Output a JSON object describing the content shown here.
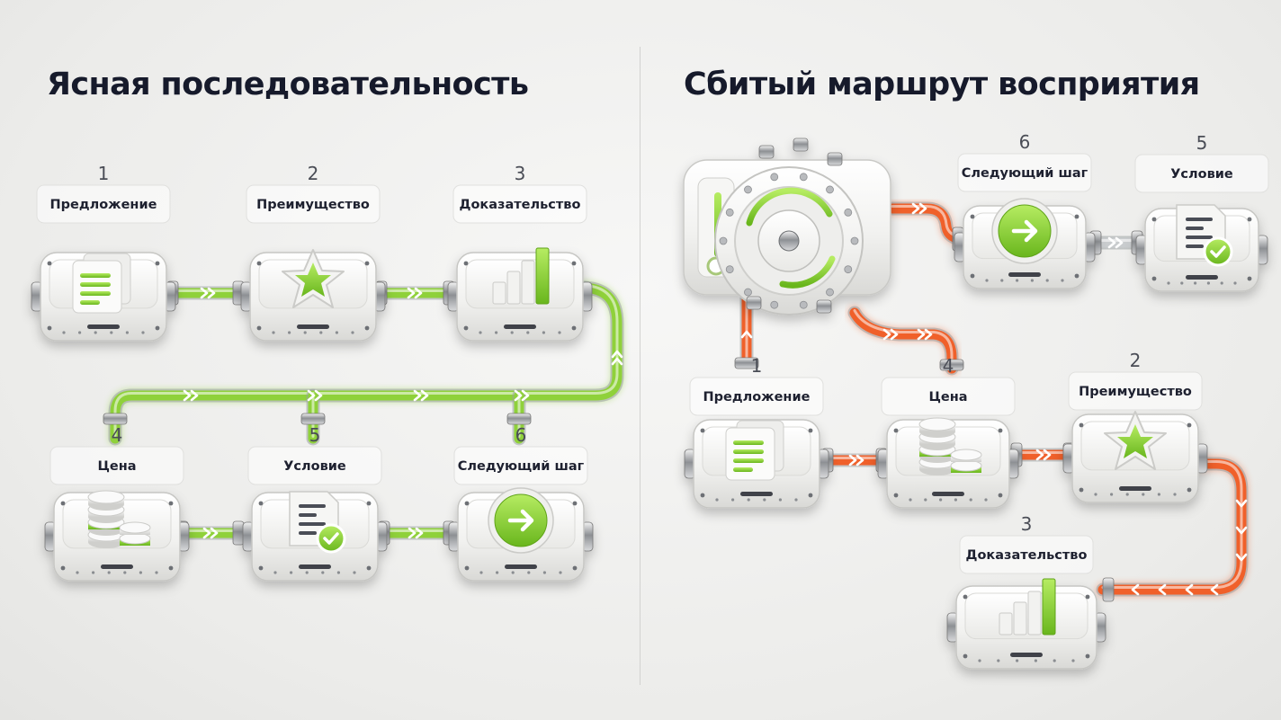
{
  "panels": {
    "left": {
      "title": "Ясная последовательность"
    },
    "right": {
      "title": "Сбитый маршрут восприятия"
    }
  },
  "steps": [
    {
      "id": "l-offer",
      "num": "1",
      "label": "Предложение",
      "icon": "document-icon"
    },
    {
      "id": "l-benefit",
      "num": "2",
      "label": "Преимущество",
      "icon": "star-icon"
    },
    {
      "id": "l-proof",
      "num": "3",
      "label": "Доказательство",
      "icon": "bar-chart-icon"
    },
    {
      "id": "l-price",
      "num": "4",
      "label": "Цена",
      "icon": "coins-icon"
    },
    {
      "id": "l-terms",
      "num": "5",
      "label": "Условие",
      "icon": "checklist-icon"
    },
    {
      "id": "l-next",
      "num": "6",
      "label": "Следующий шаг",
      "icon": "arrow-circle-icon"
    },
    {
      "id": "r-next",
      "num": "6",
      "label": "Следующий шаг",
      "icon": "arrow-circle-icon"
    },
    {
      "id": "r-terms",
      "num": "5",
      "label": "Условие",
      "icon": "checklist-icon"
    },
    {
      "id": "r-offer",
      "num": "1",
      "label": "Предложение",
      "icon": "document-icon"
    },
    {
      "id": "r-price",
      "num": "4",
      "label": "Цена",
      "icon": "coins-icon"
    },
    {
      "id": "r-benefit",
      "num": "2",
      "label": "Преимущество",
      "icon": "star-icon"
    },
    {
      "id": "r-proof",
      "num": "3",
      "label": "Доказательство",
      "icon": "bar-chart-icon"
    }
  ],
  "colors": {
    "good_flow": "#8fd13a",
    "bad_flow": "#f0602a",
    "accent": "#7cc528",
    "module": "#f4f4f2"
  }
}
